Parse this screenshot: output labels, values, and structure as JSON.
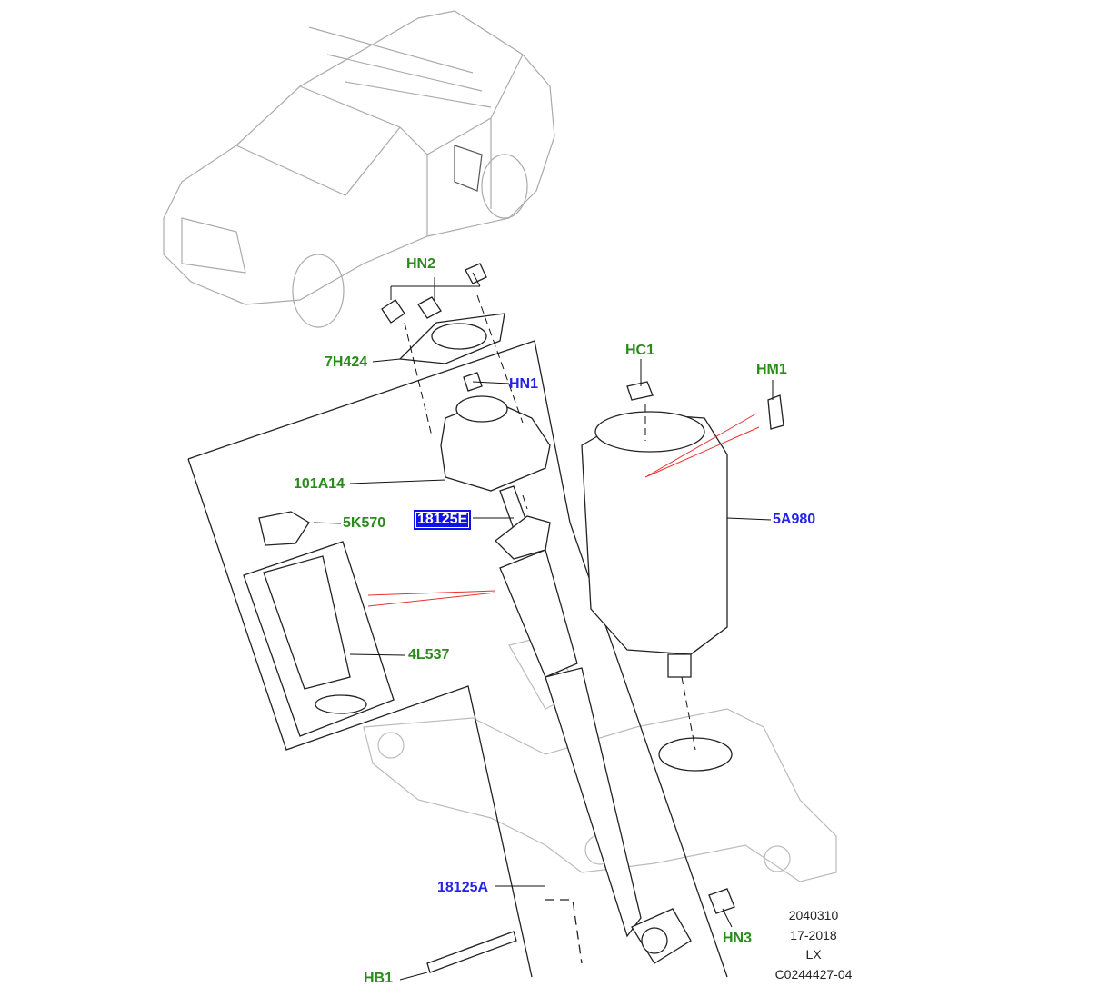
{
  "callouts": {
    "hn2": "HN2",
    "h7h424": "7H424",
    "hn1": "HN1",
    "a101a14": "101A14",
    "e18125e": "18125E",
    "k5k570": "5K570",
    "l4l537": "4L537",
    "hc1": "HC1",
    "hm1": "HM1",
    "a5a980": "5A980",
    "a18125a": "18125A",
    "hn3": "HN3",
    "hb1": "HB1"
  },
  "reference": {
    "line1": "2040310",
    "line2": "17-2018",
    "line3": "LX",
    "line4": "C0244427-04"
  },
  "colors": {
    "callout_green": "#2a8a1c",
    "callout_blue": "#2424e6",
    "selected_bg": "#1010e8",
    "leader_red": "#e83030"
  }
}
